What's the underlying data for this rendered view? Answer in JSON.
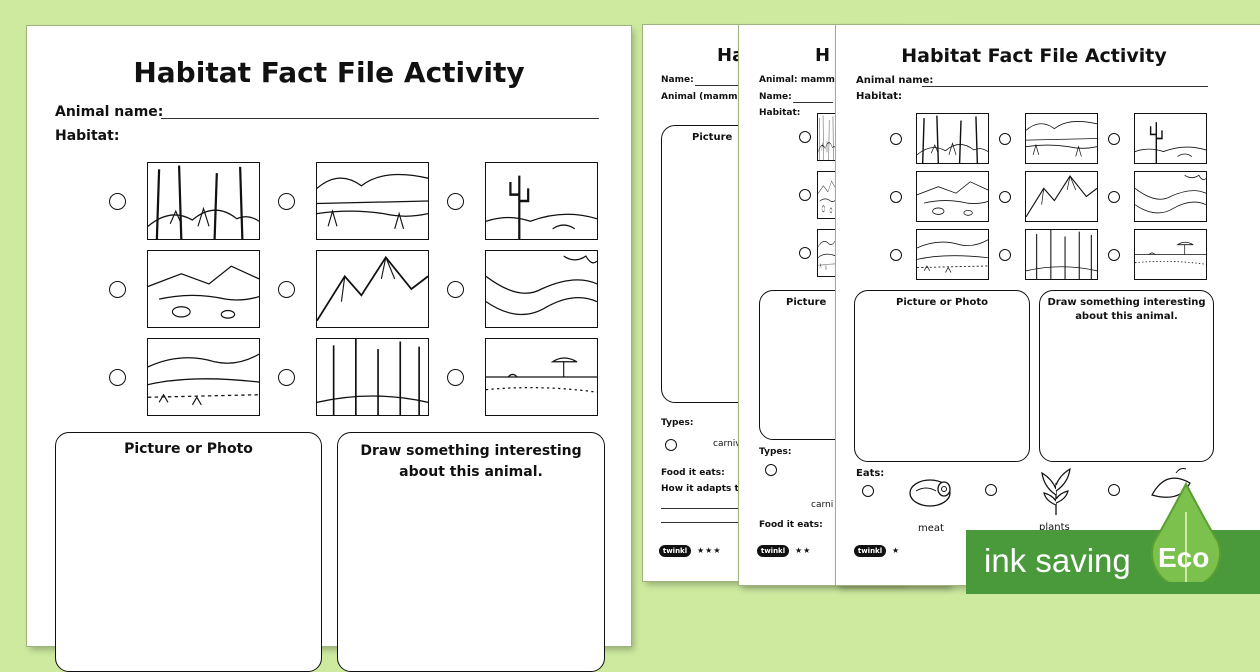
{
  "colors": {
    "background": "#cdea9f",
    "banner": "#4a9a3c",
    "drop": "#7cc04d"
  },
  "main_sheet": {
    "title": "Habitat Fact File Activity",
    "animal_name_label": "Animal name:",
    "habitat_label": "Habitat:",
    "picture_box_title": "Picture or Photo",
    "draw_box_title_1": "Draw something interesting",
    "draw_box_title_2": "about this animal."
  },
  "back_sheet": {
    "title_fragment": "Habi",
    "name_label": "Name:",
    "animal_label": "Animal (mamma",
    "picture_box_title": "Picture",
    "types_label": "Types:",
    "types_option": "carniv",
    "food_label": "Food it eats:",
    "adapts_label": "How it adapts t",
    "logo": "twinkl",
    "stars": "★★★"
  },
  "middle_sheet": {
    "title_fragment": "H",
    "animal_label": "Animal:  mamm",
    "name_label": "Name:",
    "habitat_label": "Habitat:",
    "picture_box_title": "Picture",
    "types_label": "Types:",
    "types_option": "carni",
    "food_label": "Food it eats:",
    "logo": "twinkl",
    "stars": "★★"
  },
  "front_sheet": {
    "title": "Habitat Fact File Activity",
    "animal_name_label": "Animal name:",
    "habitat_label": "Habitat:",
    "picture_box_title": "Picture or Photo",
    "draw_box_title_1": "Draw something interesting",
    "draw_box_title_2": "about this animal.",
    "eats_label": "Eats:",
    "food_options": [
      "meat",
      "plants"
    ],
    "logo": "twinkl",
    "stars": "★"
  },
  "banner": {
    "text": "ink saving",
    "eco": "Eco"
  }
}
